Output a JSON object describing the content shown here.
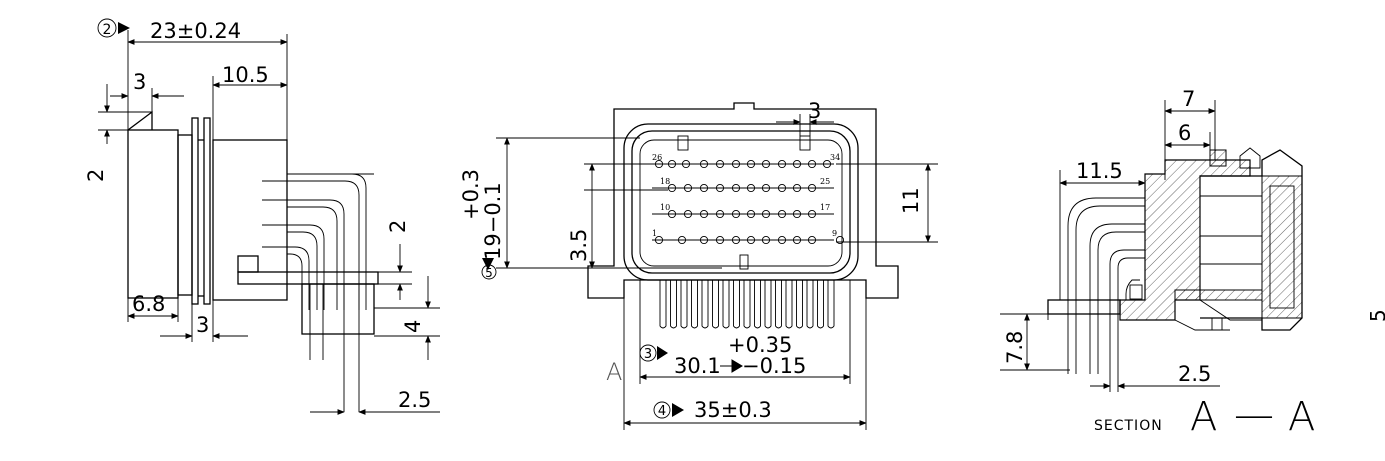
{
  "side_view": {
    "balloon_2": "2",
    "dim_overall_length": "23±0.24",
    "dim_10_5": "10.5",
    "dim_3_top": "3",
    "dim_2_left": "2",
    "dim_6_8": "6.8",
    "dim_3_bottom": "3",
    "dim_2_right": "2",
    "dim_4_right": "4",
    "dim_2_5": "2.5"
  },
  "front_view": {
    "dim_3_top": "3",
    "dim_height_tol_plus": "+0.3",
    "dim_height_main": "19−0.1",
    "balloon_5": "5",
    "dim_3_5": "3.5",
    "dim_11": "11",
    "dim_width_tol_plus": "+0.35",
    "balloon_3": "3",
    "dim_width_main": "30.1",
    "dim_width_tol_minus": "−0.15",
    "section_mark": "A",
    "balloon_4": "4",
    "dim_overall_width": "35±0.3",
    "pin_labels": {
      "p26": "26",
      "p34": "34",
      "p18": "18",
      "p25": "25",
      "p10": "10",
      "p17": "17",
      "p1": "1",
      "p9": "9"
    }
  },
  "section_view": {
    "dim_7": "7",
    "dim_6": "6",
    "dim_11_5": "11.5",
    "dim_7_8": "7.8",
    "dim_2_5": "2.5",
    "section_word": "SECTION",
    "section_letter_1": "A",
    "section_dash": "—",
    "section_letter_2": "A"
  },
  "edge_mark": "5"
}
